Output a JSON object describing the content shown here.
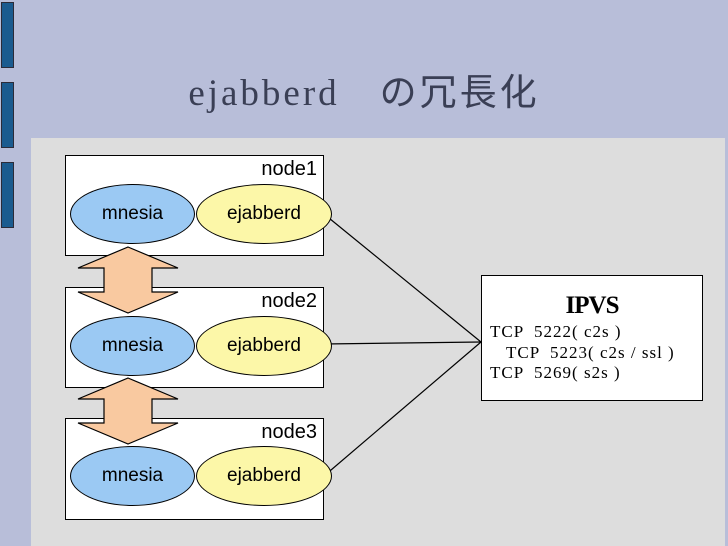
{
  "slide": {
    "title": "ejabberd　の冗長化",
    "background_color": "#b8bedb",
    "panel_color": "#dddddd",
    "accent_bar_color": "#1a5b8f"
  },
  "decor": {
    "bar1_name": "accent-bar-1",
    "bar2_name": "accent-bar-2",
    "bar3_name": "accent-bar-3"
  },
  "nodes": [
    {
      "label": "node1",
      "db": "mnesia",
      "app": "ejabberd",
      "db_color": "#9bc9f3",
      "app_color": "#fcf7a8"
    },
    {
      "label": "node2",
      "db": "mnesia",
      "app": "ejabberd",
      "db_color": "#9bc9f3",
      "app_color": "#fcf7a8"
    },
    {
      "label": "node3",
      "db": "mnesia",
      "app": "ejabberd",
      "db_color": "#9bc9f3",
      "app_color": "#fcf7a8"
    }
  ],
  "sync_arrows": {
    "color": "#f9c9a0",
    "count": 2,
    "direction": "bidirectional-vertical"
  },
  "ipvs": {
    "title": "IPVS",
    "lines": [
      "TCP  5222( c2s )",
      "TCP  5223( c2s / ssl )",
      "TCP  5269( s2s )"
    ]
  }
}
